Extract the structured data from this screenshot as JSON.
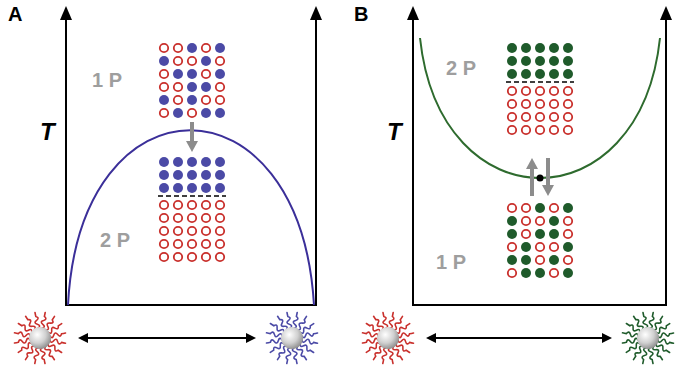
{
  "diagram": {
    "labels": [
      "A",
      "1 P",
      "T",
      "2 P",
      "B",
      "2 P",
      "T",
      "1 P"
    ]
  }
}
